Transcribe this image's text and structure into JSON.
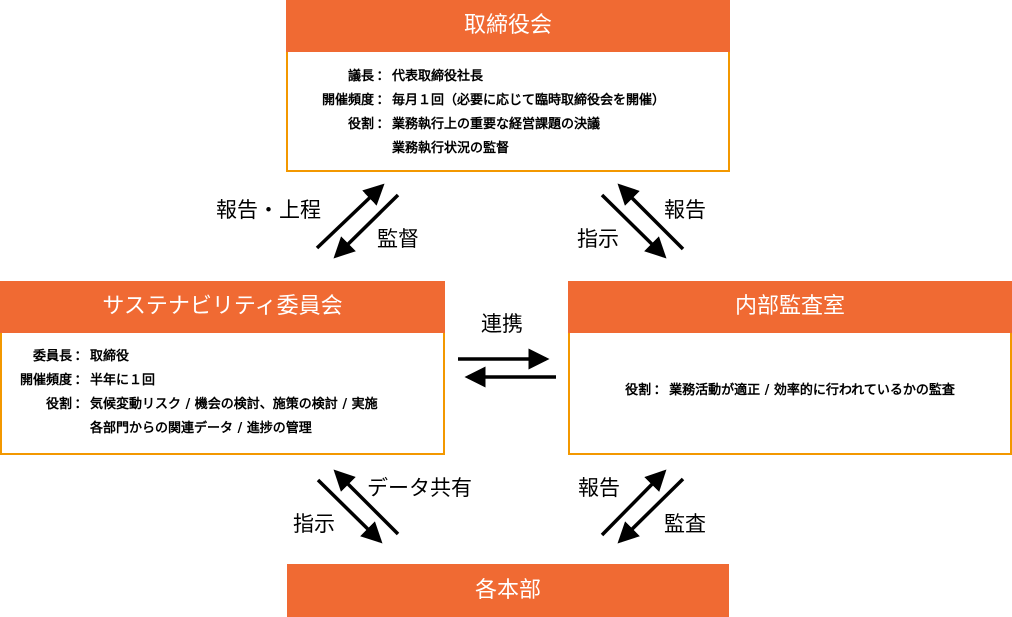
{
  "colors": {
    "header_fill": "#F06A33",
    "box_border": "#F39800",
    "text": "#000000",
    "header_text": "#FFFFFF"
  },
  "board": {
    "title": "取締役会",
    "rows": [
      {
        "label": "議長",
        "value": "代表取締役社長"
      },
      {
        "label": "開催頻度",
        "value": "毎月１回（必要に応じて臨時取締役会を開催）"
      },
      {
        "label": "役割",
        "value": "業務執行上の重要な経営課題の決議"
      },
      {
        "label": "",
        "value": "業務執行状況の監督"
      }
    ]
  },
  "sustainability": {
    "title": "サステナビリティ委員会",
    "rows": [
      {
        "label": "委員長",
        "value": "取締役"
      },
      {
        "label": "開催頻度",
        "value": "半年に１回"
      },
      {
        "label": "役割",
        "value": "気候変動リスク / 機会の検討、施策の検討 / 実施"
      },
      {
        "label": "",
        "value": "各部門からの関連データ / 進捗の管理"
      }
    ]
  },
  "audit": {
    "title": "内部監査室",
    "rows": [
      {
        "label": "役割",
        "value": "業務活動が適正 / 効率的に行われているかの監査"
      }
    ]
  },
  "divisions": {
    "title": "各本部"
  },
  "separator": "：",
  "arrow_labels": {
    "sus_to_board": "報告・上程",
    "board_to_sus": "監督",
    "board_to_audit": "指示",
    "audit_to_board": "報告",
    "sus_audit": "連携",
    "sus_to_div": "指示",
    "div_to_sus": "データ共有",
    "div_to_audit": "報告",
    "audit_to_div": "監査"
  }
}
